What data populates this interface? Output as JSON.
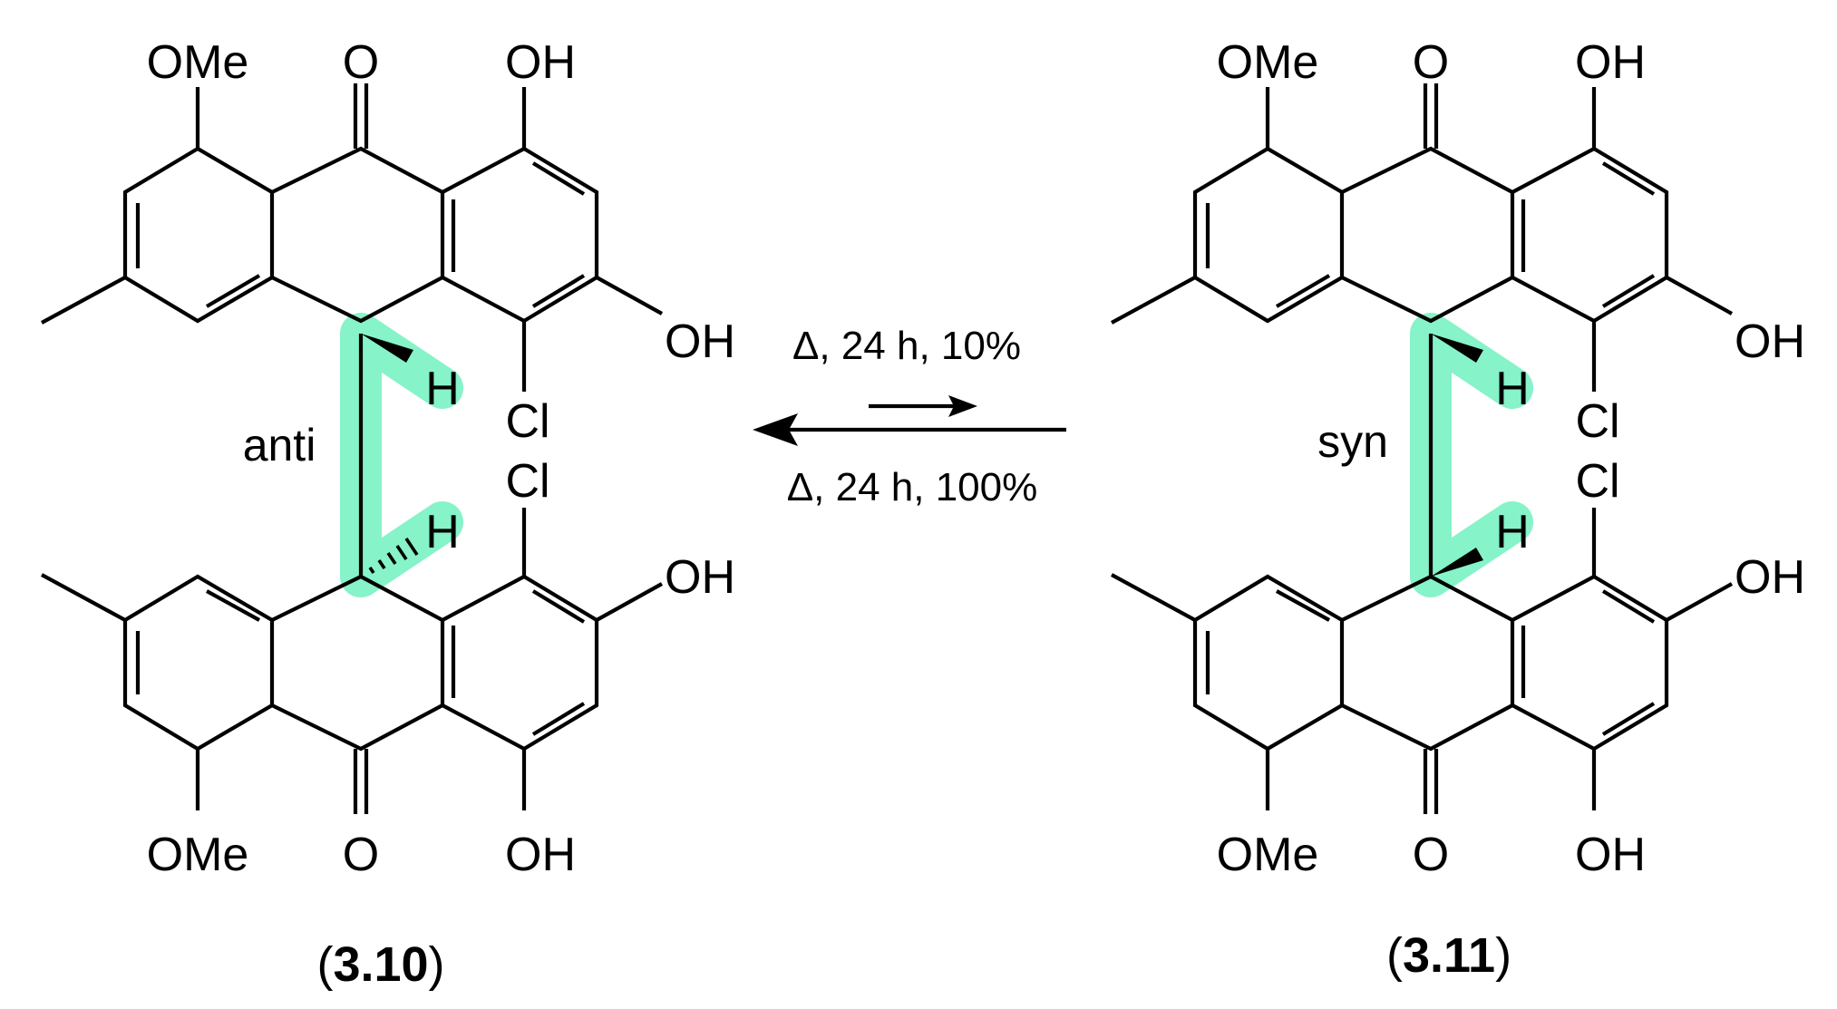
{
  "colors": {
    "highlight": "#7ff2c6",
    "ink": "#000000"
  },
  "reaction": {
    "forward_conditions": "Δ, 24 h, 10%",
    "reverse_conditions": "Δ, 24 h, 100%"
  },
  "left": {
    "relationship": "anti",
    "compound_number": "3.10",
    "paren_open": "(",
    "paren_close": ")",
    "top": {
      "ome": "OMe",
      "o": "O",
      "oh_top": "OH",
      "oh_side": "OH",
      "cl": "Cl",
      "h": "H"
    },
    "bottom": {
      "ome": "OMe",
      "o": "O",
      "oh_bottom": "OH",
      "oh_side": "OH",
      "cl": "Cl",
      "h": "H"
    }
  },
  "right": {
    "relationship": "syn",
    "compound_number": "3.11",
    "paren_open": "(",
    "paren_close": ")",
    "top": {
      "ome": "OMe",
      "o": "O",
      "oh_top": "OH",
      "oh_side": "OH",
      "cl": "Cl",
      "h": "H"
    },
    "bottom": {
      "ome": "OMe",
      "o": "O",
      "oh_bottom": "OH",
      "oh_side": "OH",
      "cl": "Cl",
      "h": "H"
    }
  }
}
